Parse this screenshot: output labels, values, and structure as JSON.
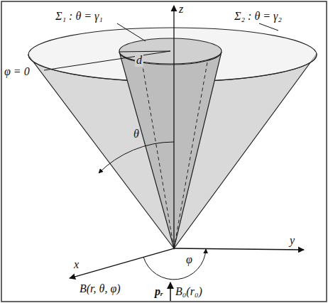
{
  "diagram": {
    "labels": [
      "z",
      "Σ₁ : θ = γ₁",
      "Σ₂ : θ = γ₂",
      "d",
      "φ = 0",
      "θ",
      "x",
      "φ",
      "y",
      "B(r, θ, φ)",
      "pᵣ",
      "B₀(r₀)"
    ]
  }
}
